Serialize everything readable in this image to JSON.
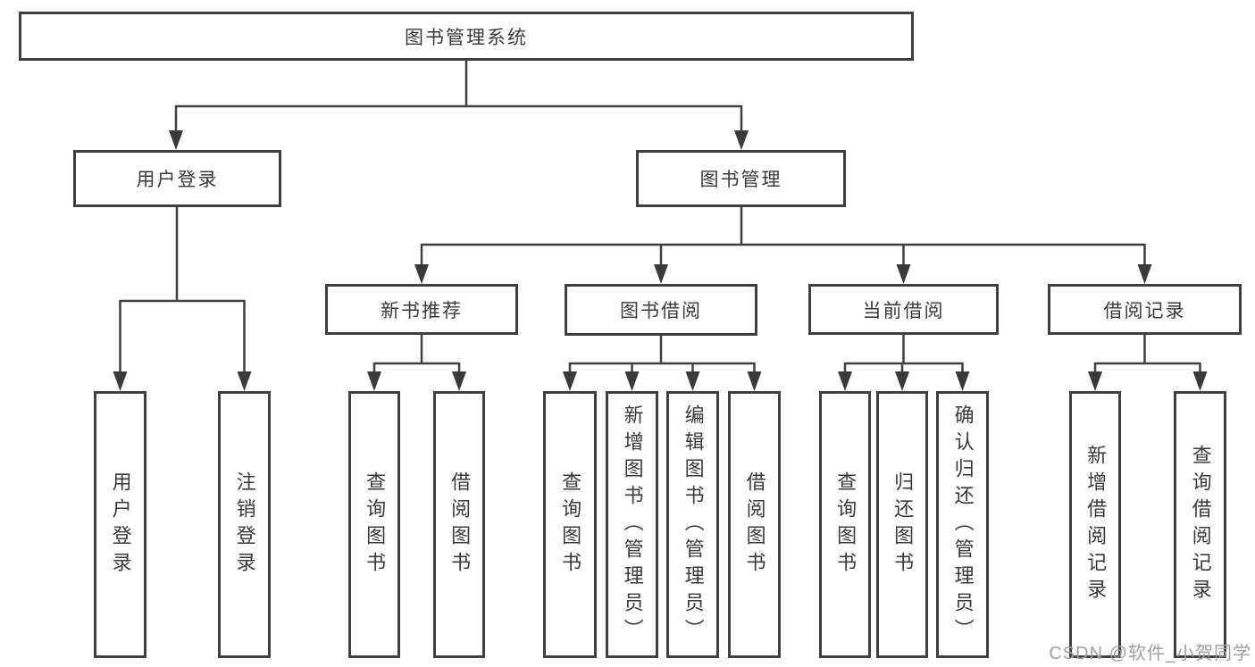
{
  "diagram": {
    "title": "图书管理系统",
    "nodes": {
      "root": "图书管理系统",
      "user_login": "用户登录",
      "book_mgmt": "图书管理",
      "new_book_rec": "新书推荐",
      "book_borrow": "图书借阅",
      "current_borrow": "当前借阅",
      "borrow_record": "借阅记录",
      "leaf_user_login": "用户登录",
      "leaf_logout": "注销登录",
      "leaf_nb_query": "查询图书",
      "leaf_nb_borrow": "借阅图书",
      "leaf_bb_query": "查询图书",
      "leaf_bb_add": "新增图书（管理员）",
      "leaf_bb_edit": "编辑图书（管理员）",
      "leaf_bb_borrow": "借阅图书",
      "leaf_cb_query": "查询图书",
      "leaf_cb_return": "归还图书",
      "leaf_cb_confirm": "确认归还（管理员）",
      "leaf_br_add": "新增借阅记录",
      "leaf_br_query": "查询借阅记录"
    },
    "edges": [
      "图书管理系统→用户登录",
      "图书管理系统→图书管理",
      "用户登录→用户登录",
      "用户登录→注销登录",
      "图书管理→新书推荐",
      "图书管理→图书借阅",
      "图书管理→当前借阅",
      "图书管理→借阅记录",
      "新书推荐→查询图书",
      "新书推荐→借阅图书",
      "图书借阅→查询图书",
      "图书借阅→新增图书（管理员）",
      "图书借阅→编辑图书（管理员）",
      "图书借阅→借阅图书",
      "当前借阅→查询图书",
      "当前借阅→归还图书",
      "当前借阅→确认归还（管理员）",
      "借阅记录→新增借阅记录",
      "借阅记录→查询借阅记录"
    ],
    "colors": {
      "line": "#3f3f3f",
      "text": "#3a3a3a",
      "background": "#ffffff",
      "watermark": "#a0a0a0"
    }
  },
  "watermark": "CSDN @软件_小贺同学"
}
